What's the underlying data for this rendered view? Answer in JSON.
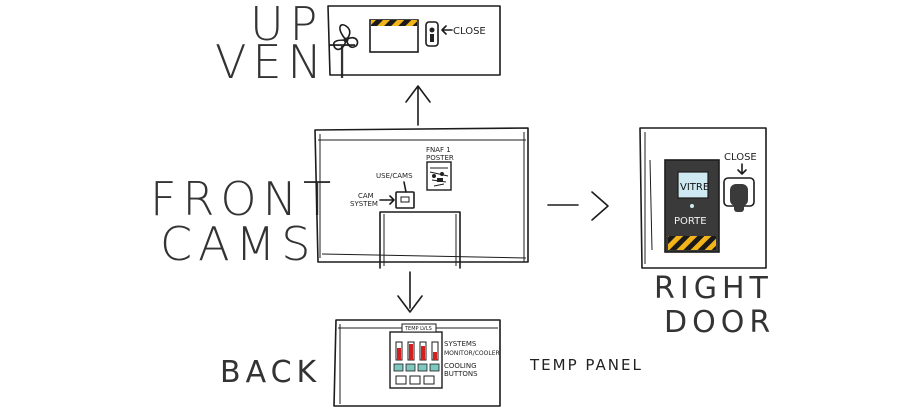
{
  "views": {
    "front": {
      "label_line1": "FRONT",
      "label_line2": "CAMS"
    },
    "up": {
      "label_line1": "UP",
      "label_line2": "VENT",
      "close_label": "CLOSE"
    },
    "right": {
      "label_line1": "RIGHT",
      "label_line2": "DOOR",
      "close_label": "CLOSE",
      "window_label": "VITRE",
      "door_label": "PORTE"
    },
    "back": {
      "label": "BACK",
      "panel_label": "TEMP PANEL",
      "header_label": "TEMP LVLS",
      "systems_label_1": "SYSTEMS",
      "systems_label_2": "MONITOR/COOLER",
      "cooling_label_1": "COOLING",
      "cooling_label_2": "BUTTONS"
    }
  },
  "front_room": {
    "poster_label_1": "FNAF 1",
    "poster_label_2": "POSTER",
    "cams_note": "USE/CAMS",
    "cam_system_1": "CAM",
    "cam_system_2": "SYSTEM"
  },
  "colors": {
    "hazard_yellow": "#f2b418",
    "hazard_black": "#1a1a1a",
    "door_panel": "#3a3a3a",
    "window_cyan": "#cfe9f2",
    "thermo_red": "#d21f1f",
    "button_teal": "#7fc8c0"
  }
}
